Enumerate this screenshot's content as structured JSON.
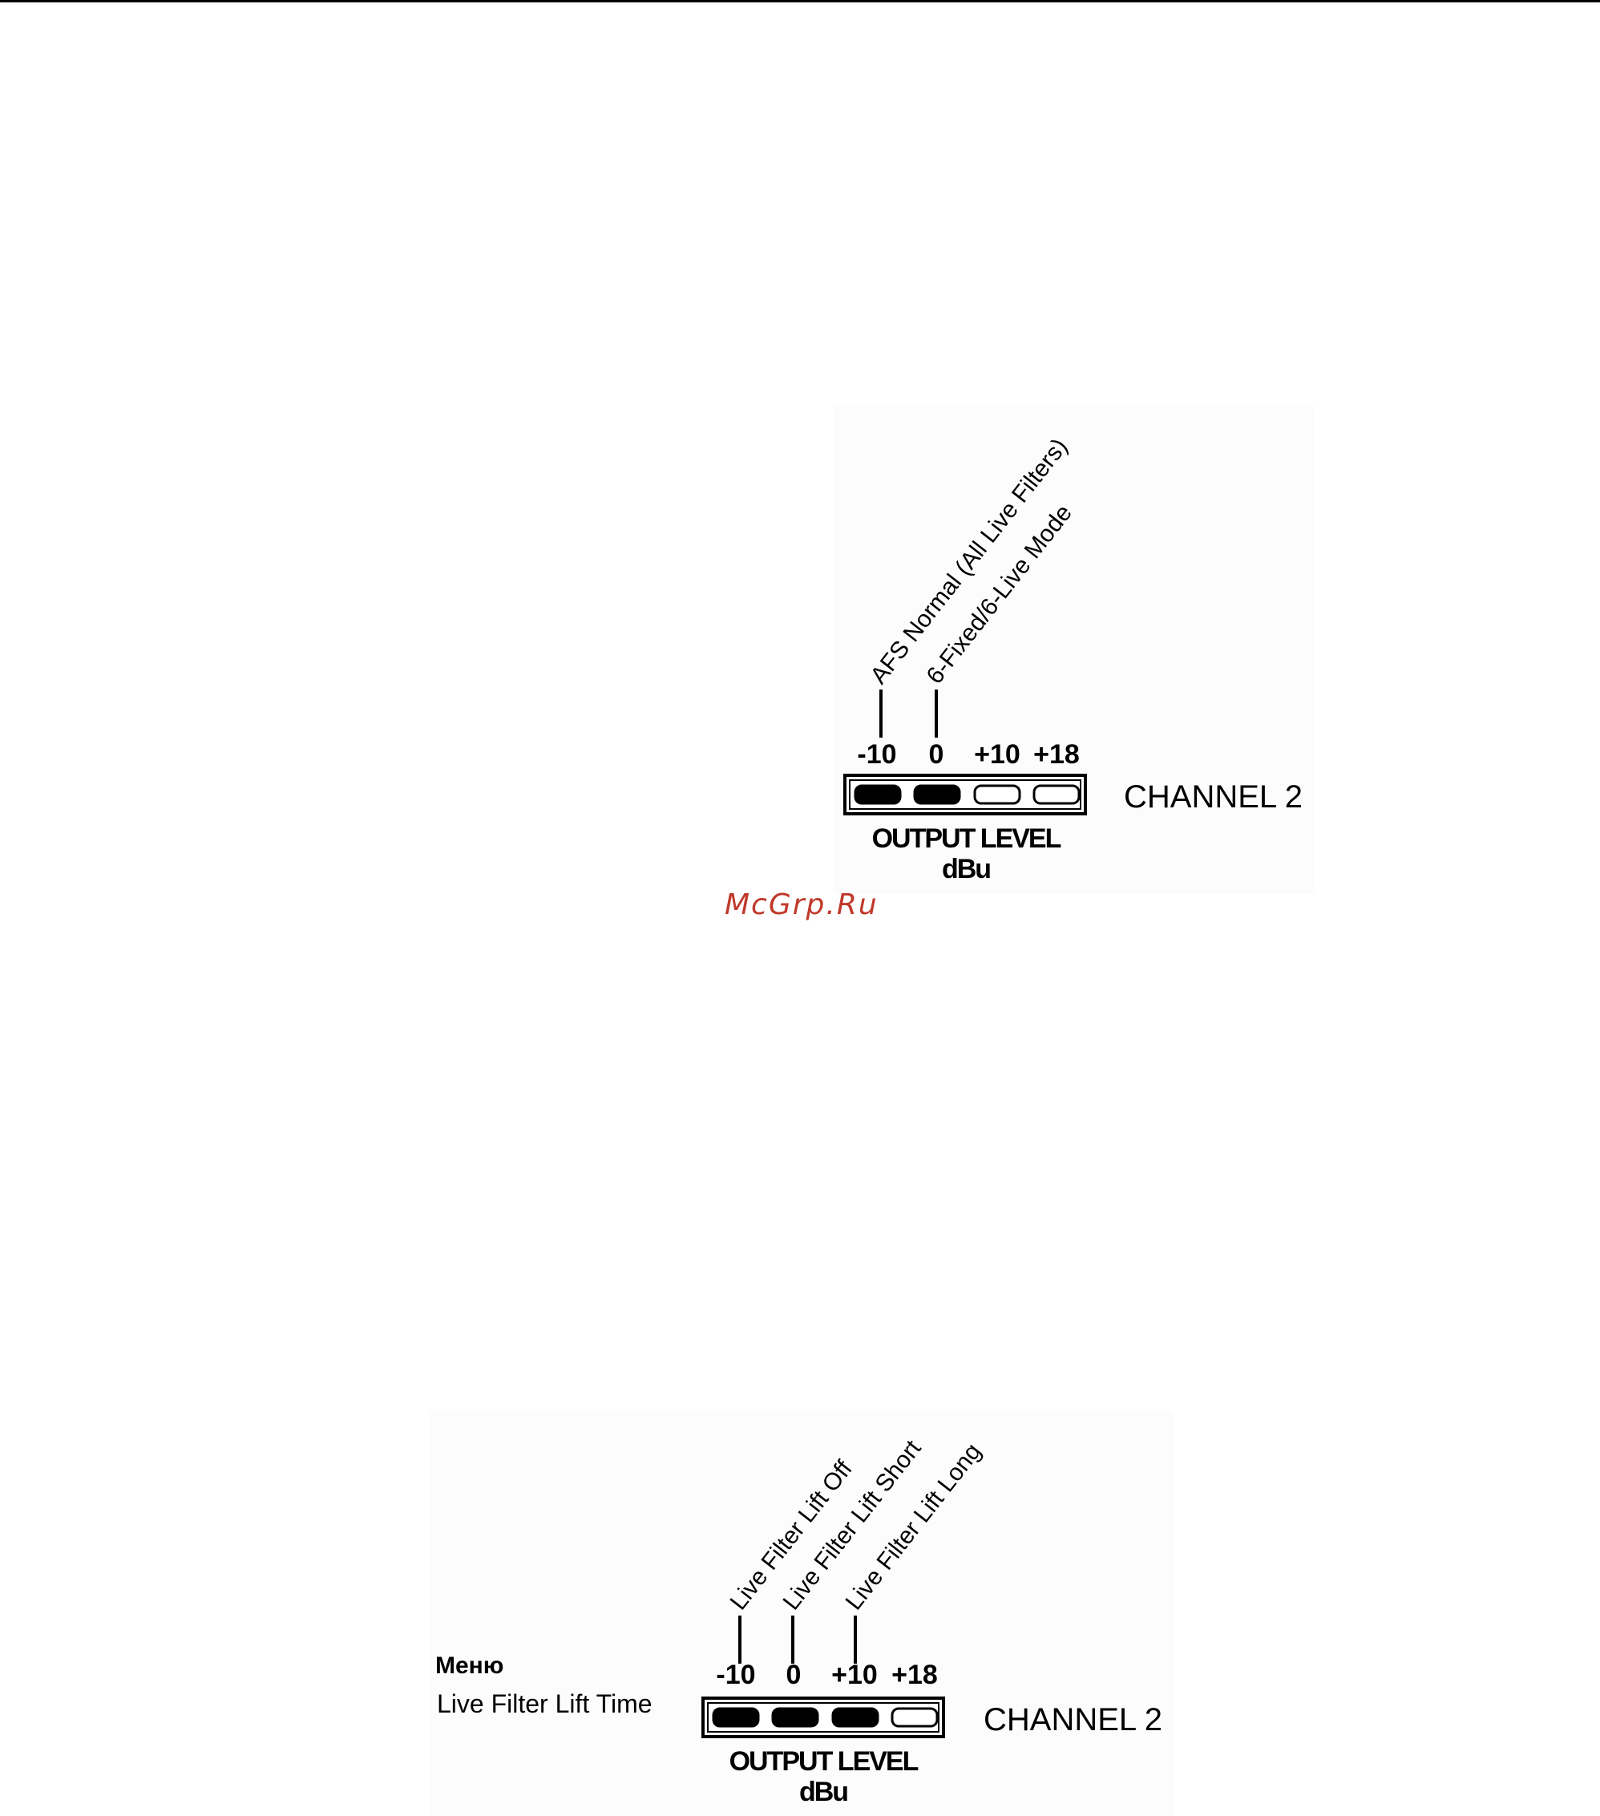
{
  "watermark": {
    "text": "McGrp.Ru",
    "color": "#c0392b"
  },
  "figures": [
    {
      "channel_label": "CHANNEL 2",
      "tick_labels": [
        "-10",
        "0",
        "+10",
        "+18"
      ],
      "output_label": "OUTPUT LEVEL",
      "unit_label": "dBu",
      "annotations": [
        "AFS Normal (All Live Filters)",
        "6-Fixed/6-Live Mode"
      ],
      "leds_lit": [
        true,
        true,
        false,
        false
      ]
    },
    {
      "menu_title": "Меню",
      "menu_item": "Live Filter Lift Time",
      "channel_label": "CHANNEL 2",
      "tick_labels": [
        "-10",
        "0",
        "+10",
        "+18"
      ],
      "output_label": "OUTPUT LEVEL",
      "unit_label": "dBu",
      "annotations": [
        "Live Filter Lift Off",
        "Live Filter Lift Short",
        "Live Filter Lift Long"
      ],
      "leds_lit": [
        true,
        true,
        true,
        false
      ]
    }
  ]
}
